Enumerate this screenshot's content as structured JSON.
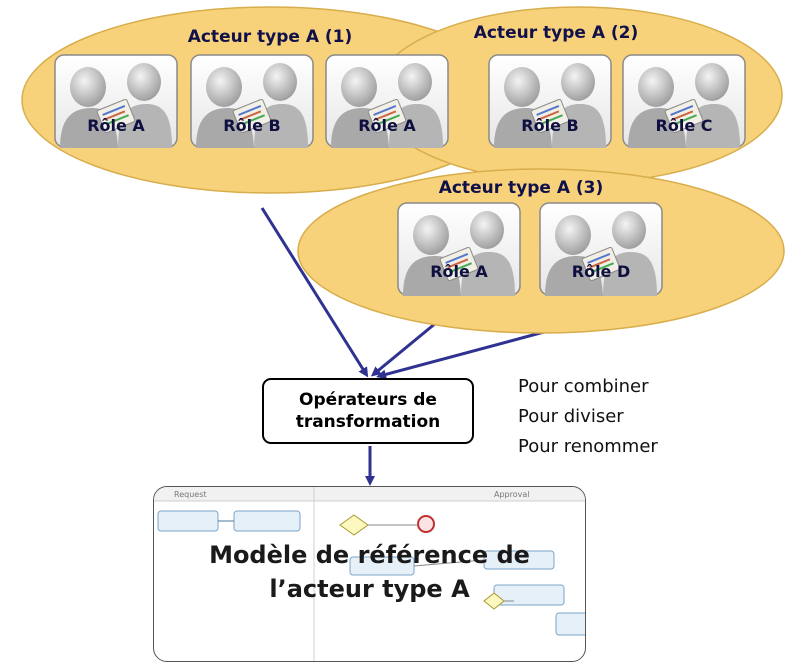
{
  "actors": [
    {
      "title": "Acteur type A (1)",
      "roles": [
        "Rôle A",
        "Rôle B",
        "Rôle A"
      ]
    },
    {
      "title": "Acteur type A (2)",
      "roles": [
        "Rôle B",
        "Rôle C"
      ]
    },
    {
      "title": "Acteur type A (3)",
      "roles": [
        "Rôle A",
        "Rôle D"
      ]
    }
  ],
  "operators": {
    "line1": "Opérateurs de",
    "line2": "transformation"
  },
  "purposes": [
    "Pour combiner",
    "Pour diviser",
    "Pour renommer"
  ],
  "reference_model": {
    "line1": "Modèle de référence de",
    "line2": "l’acteur type A",
    "lane_left": "Request",
    "lane_right": "Approval"
  },
  "colors": {
    "ellipse_fill": "#f8d27a",
    "ellipse_stroke": "#d8ad4c",
    "arrow": "#2f3291"
  }
}
